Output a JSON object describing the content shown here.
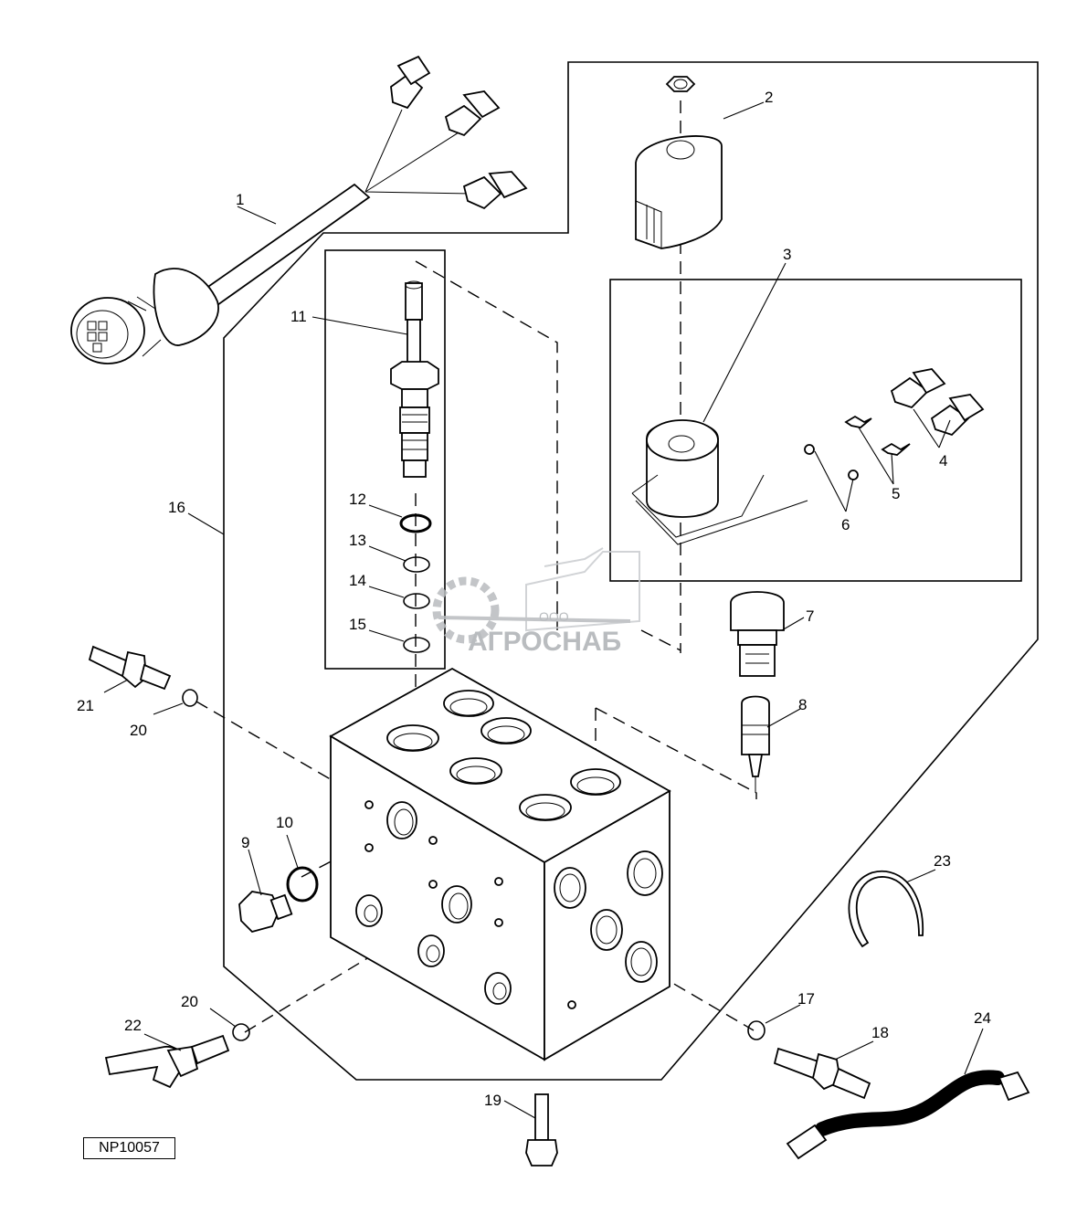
{
  "figure": {
    "code": "NP10057",
    "callouts": [
      "1",
      "2",
      "3",
      "4",
      "5",
      "6",
      "7",
      "8",
      "9",
      "10",
      "11",
      "12",
      "13",
      "14",
      "15",
      "16",
      "17",
      "18",
      "19",
      "20",
      "20",
      "21",
      "22",
      "23",
      "24"
    ]
  },
  "watermark": {
    "prefix": "ООО",
    "name": "АГРОСНАБ"
  },
  "colors": {
    "line": "#000000",
    "background": "#ffffff",
    "watermark": "#b9bcbf"
  }
}
